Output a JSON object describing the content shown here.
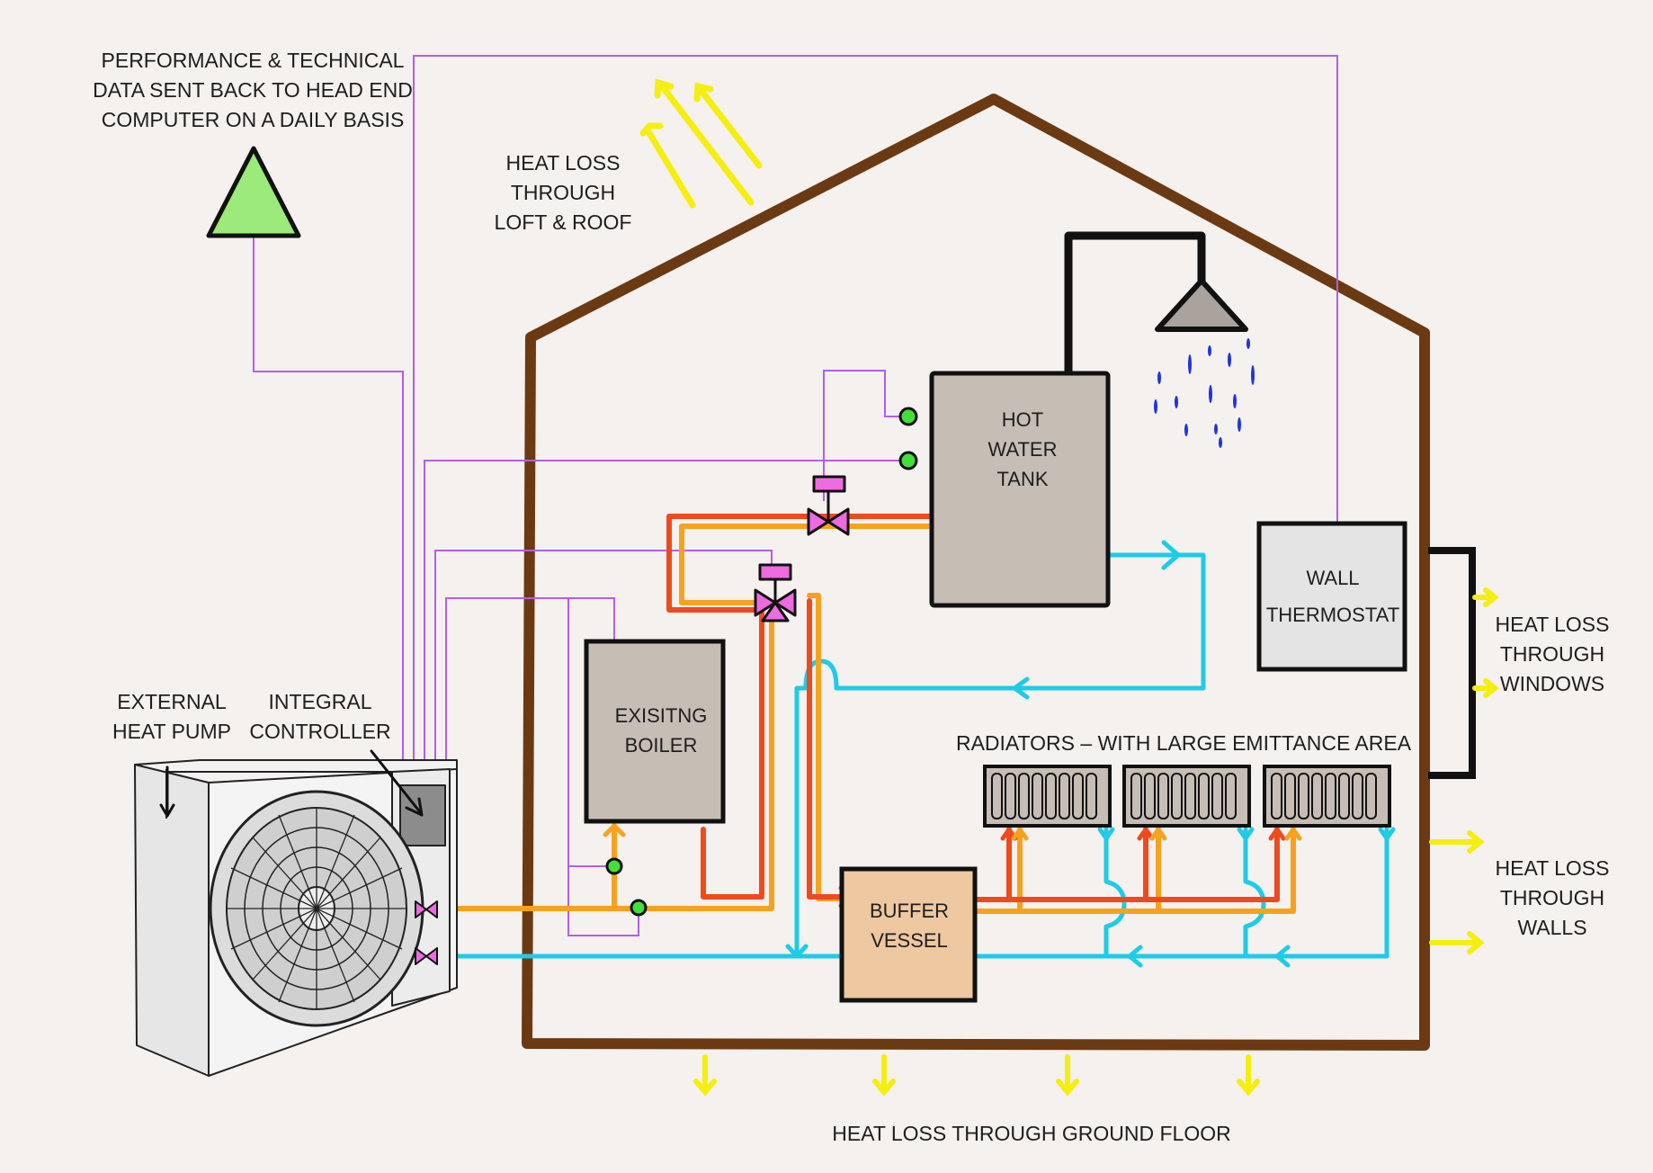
{
  "labels": {
    "performance": [
      "PERFORMANCE & TECHNICAL",
      "DATA SENT BACK TO HEAD END",
      "COMPUTER ON A DAILY BASIS"
    ],
    "heat_loss_roof": [
      "HEAT LOSS",
      "THROUGH",
      "LOFT & ROOF"
    ],
    "hot_water_tank": [
      "HOT",
      "WATER",
      "TANK"
    ],
    "wall_thermostat": [
      "WALL",
      "THERMOSTAT"
    ],
    "heat_loss_windows": [
      "HEAT LOSS",
      "THROUGH",
      "WINDOWS"
    ],
    "external_heat_pump": [
      "EXTERNAL",
      "HEAT PUMP"
    ],
    "integral_controller": [
      "INTEGRAL",
      "CONTROLLER"
    ],
    "boiler": [
      "EXISITNG",
      "BOILER"
    ],
    "radiators": "RADIATORS – WITH LARGE EMITTANCE AREA",
    "buffer_vessel": [
      "BUFFER",
      "VESSEL"
    ],
    "heat_loss_walls": [
      "HEAT LOSS",
      "THROUGH",
      "WALLS"
    ],
    "heat_loss_floor": "HEAT LOSS THROUGH GROUND FLOOR"
  },
  "colors": {
    "background": "#f4f1ee",
    "house_outline": "#6b3a12",
    "flow_hot": "#ef4a1e",
    "flow_warm": "#f6a21e",
    "return_cold": "#1ecbe8",
    "control_wire": "#b45ee6",
    "heat_loss_arrow": "#f5ee0e",
    "valve": "#ee6ae0",
    "sensor": "#42e03a",
    "tank_fill": "#c6beb5",
    "buffer_fill": "#edc8a0",
    "thermostat_fill": "#e4e4e4",
    "antenna_fill": "#9bea7a"
  },
  "icons": [
    "antenna-icon",
    "shower-icon",
    "valve-icon",
    "sensor-icon",
    "fan-icon",
    "radiator-icon"
  ]
}
